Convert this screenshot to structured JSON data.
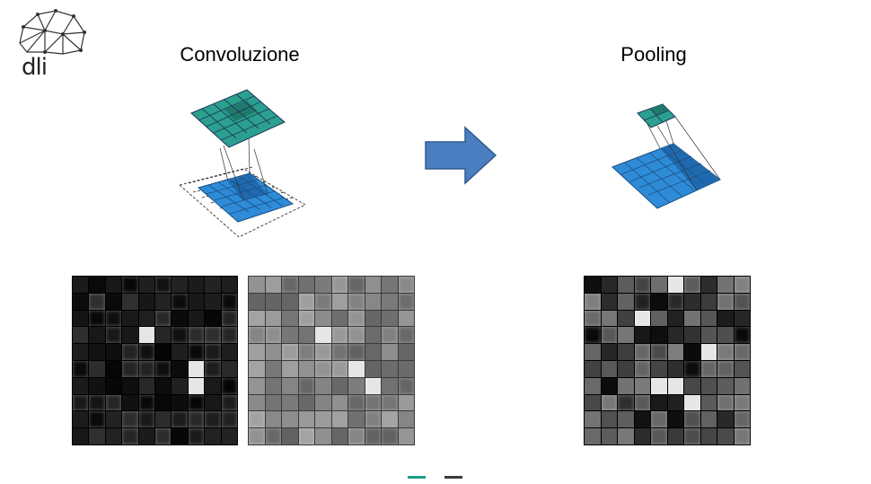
{
  "logo": {
    "text": "dli",
    "icon": "brain-network-icon"
  },
  "left_panel": {
    "title": "Convoluzione"
  },
  "right_panel": {
    "title": "Pooling"
  },
  "arrow": {
    "icon": "right-arrow-icon",
    "color": "#4A7EC0"
  },
  "colors": {
    "output_grid": "#2BA08F",
    "input_grid": "#2E8BD8",
    "grid_line": "#1d3a5a",
    "nav_active": "#1A9E8A",
    "nav_inactive": "#3a3a3a"
  },
  "navigation": {
    "dots": [
      "slide-1",
      "slide-2"
    ]
  }
}
